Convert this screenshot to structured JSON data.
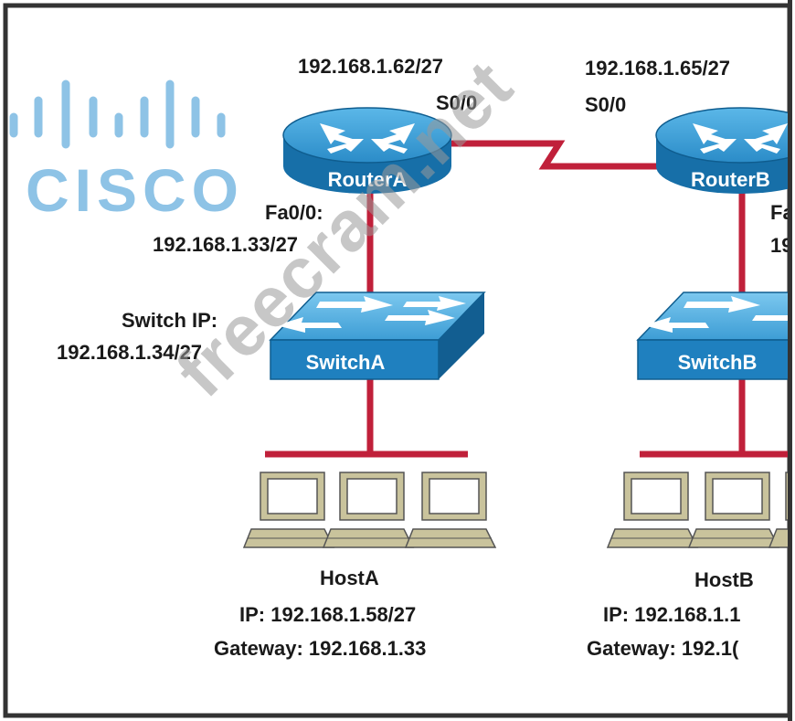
{
  "logo": {
    "text": "CISCO",
    "color": "#8ec3e6"
  },
  "watermark": "freecram.net",
  "routerA": {
    "name": "RouterA",
    "s0_ip": "192.168.1.62/27",
    "s0_label": "S0/0",
    "fa_label": "Fa0/0:",
    "fa_ip": "192.168.1.33/27"
  },
  "routerB": {
    "name": "RouterB",
    "s0_ip": "192.168.1.65/27",
    "s0_label": "S0/0",
    "fa_label_partial": "Fa",
    "fa_ip_partial": "19"
  },
  "switchA": {
    "name": "SwitchA",
    "ip_label": "Switch IP:",
    "ip": "192.168.1.34/27"
  },
  "switchB": {
    "name": "SwitchB"
  },
  "hostA": {
    "name": "HostA",
    "ip": "IP: 192.168.1.58/27",
    "gateway": "Gateway: 192.168.1.33"
  },
  "hostB": {
    "name": "HostB",
    "ip": "IP: 192.168.1.1",
    "gateway": "Gateway: 192.1("
  },
  "colors": {
    "link": "#c0203a",
    "device_top": "#3aa0d8",
    "device_side": "#176fa8",
    "frame": "#333333"
  }
}
